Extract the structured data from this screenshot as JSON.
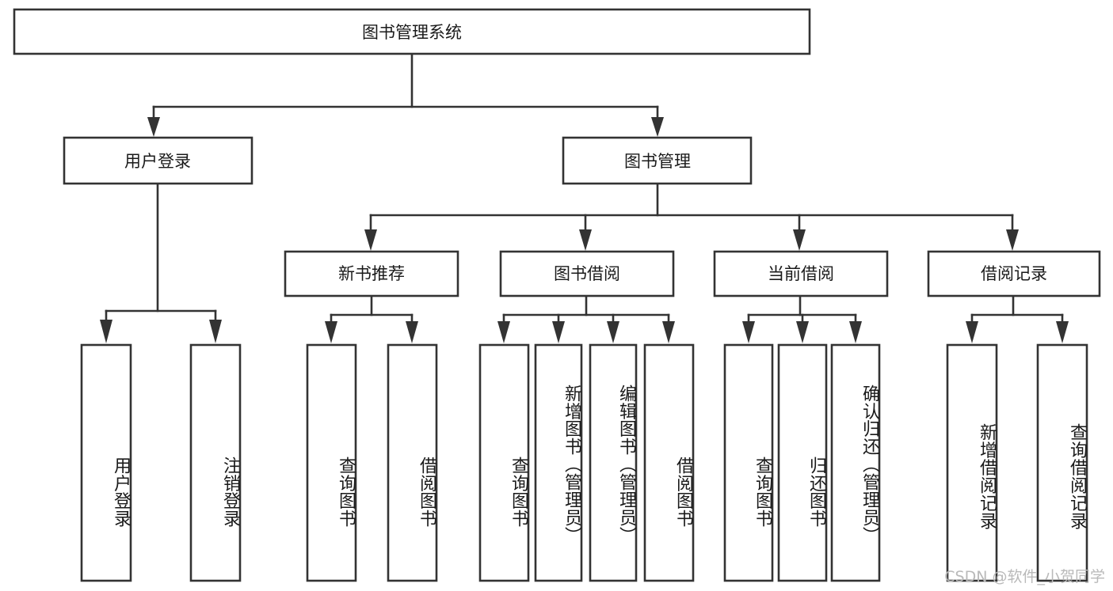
{
  "diagram": {
    "title": "图书管理系统",
    "type": "tree",
    "watermark": "CSDN @软件_小贺同学",
    "colors": {
      "stroke": "#333333",
      "box_fill": "#ffffff",
      "text": "#1a1a1a",
      "watermark": "#b9b9b9",
      "background": "#ffffff"
    },
    "root": {
      "label": "图书管理系统"
    },
    "level2": [
      {
        "label": "用户登录"
      },
      {
        "label": "图书管理"
      }
    ],
    "level3": [
      {
        "label": "新书推荐"
      },
      {
        "label": "图书借阅"
      },
      {
        "label": "当前借阅"
      },
      {
        "label": "借阅记录"
      }
    ],
    "leaves": {
      "user_login": [
        {
          "label": "用户登录"
        },
        {
          "label": "注销登录"
        }
      ],
      "new_book_recommend": [
        {
          "label": "查询图书"
        },
        {
          "label": "借阅图书"
        }
      ],
      "book_borrow": [
        {
          "label": "查询图书"
        },
        {
          "label": "新增图书（管理员）"
        },
        {
          "label": "编辑图书（管理员）"
        },
        {
          "label": "借阅图书"
        }
      ],
      "current_borrow": [
        {
          "label": "查询图书"
        },
        {
          "label": "归还图书"
        },
        {
          "label": "确认归还（管理员）"
        }
      ],
      "borrow_record": [
        {
          "label": "新增借阅记录"
        },
        {
          "label": "查询借阅记录"
        }
      ]
    }
  }
}
